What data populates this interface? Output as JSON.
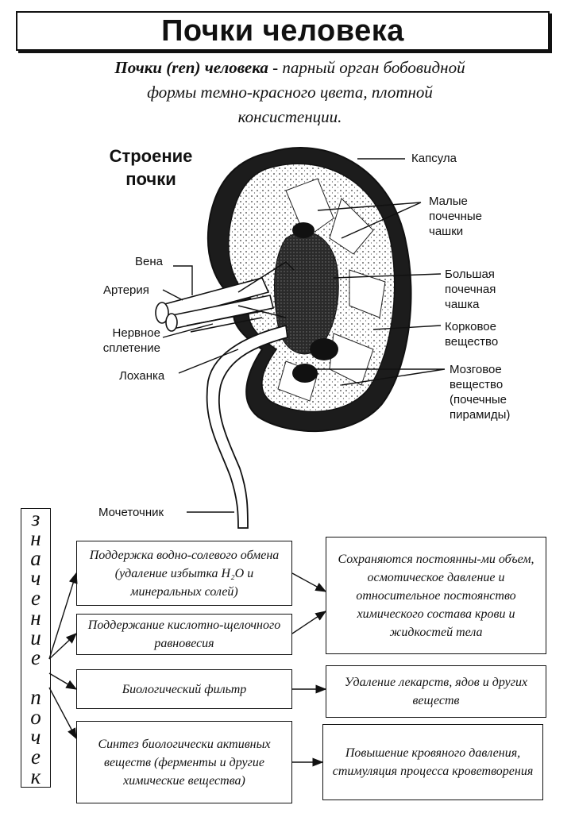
{
  "title": "Почки человека",
  "intro": {
    "term": "Почки (ren) человека",
    "line1_rest": " - парный орган бобовидной",
    "line2": "формы темно-красного цвета, плотной",
    "line3": "консистенции."
  },
  "structure_heading": [
    "Строение",
    "почки"
  ],
  "labels": {
    "capsule": "Капсула",
    "minor_calyces": [
      "Малые",
      "почечные",
      "чашки"
    ],
    "vein": "Вена",
    "artery": "Артерия",
    "major_calyx": [
      "Большая",
      "почечная",
      "чашка"
    ],
    "cortex": [
      "Корковое",
      "вещество"
    ],
    "nerve_plexus": [
      "Нервное",
      "сплетение"
    ],
    "pelvis": "Лоханка",
    "medulla": [
      "Мозговое",
      "вещество",
      "(почечные",
      "пирамиды)"
    ],
    "ureter": "Мочеточник"
  },
  "significance_vertical": [
    "з",
    "н",
    "а",
    "ч",
    "е",
    "н",
    "и",
    "е",
    "",
    "п",
    "о",
    "ч",
    "е",
    "к"
  ],
  "functions": [
    "Поддержка водно-солевого обмена (удаление избытка H₂O и минеральных солей)",
    "Поддержание кислотно-щелочного равновесия",
    "Биологический фильтр",
    "Синтез биологически активных веществ (ферменты и другие химические вещества)"
  ],
  "results": [
    "Сохраняются постоянны-ми объем, осмотическое давление и относительное постоянство химического состава крови и жидкостей тела",
    "Удаление лекарств, ядов и других веществ",
    "Повышение кровяного давления, стимуляция процесса кроветворения"
  ]
}
